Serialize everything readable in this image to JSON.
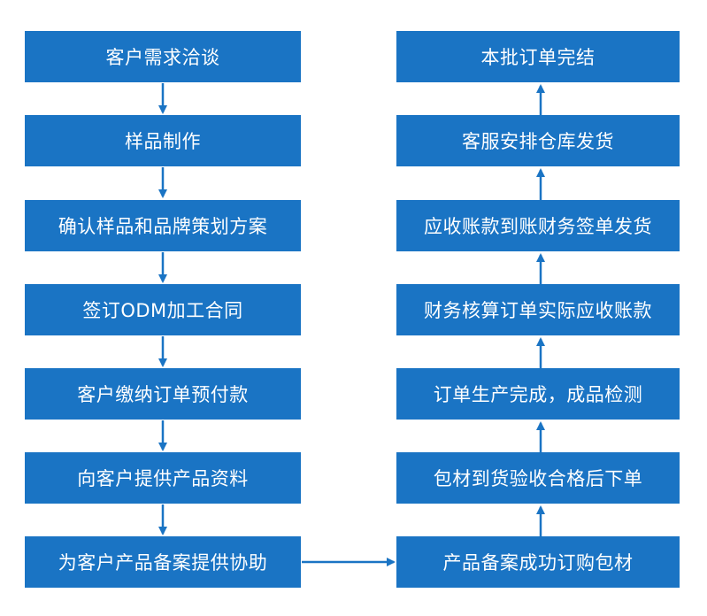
{
  "colors": {
    "box": "#1a74c4",
    "arrow": "#1a74c4",
    "text": "#ffffff"
  },
  "left_steps": [
    "客户需求洽谈",
    "样品制作",
    "确认样品和品牌策划方案",
    "签订ODM加工合同",
    "客户缴纳订单预付款",
    "向客户提供产品资料",
    "为客户产品备案提供协助"
  ],
  "right_steps": [
    "本批订单完结",
    "客服安排仓库发货",
    "应收账款到账财务签单发货",
    "财务核算订单实际应收账款",
    "订单生产完成，成品检测",
    "包材到货验收合格后下单",
    "产品备案成功订购包材"
  ]
}
